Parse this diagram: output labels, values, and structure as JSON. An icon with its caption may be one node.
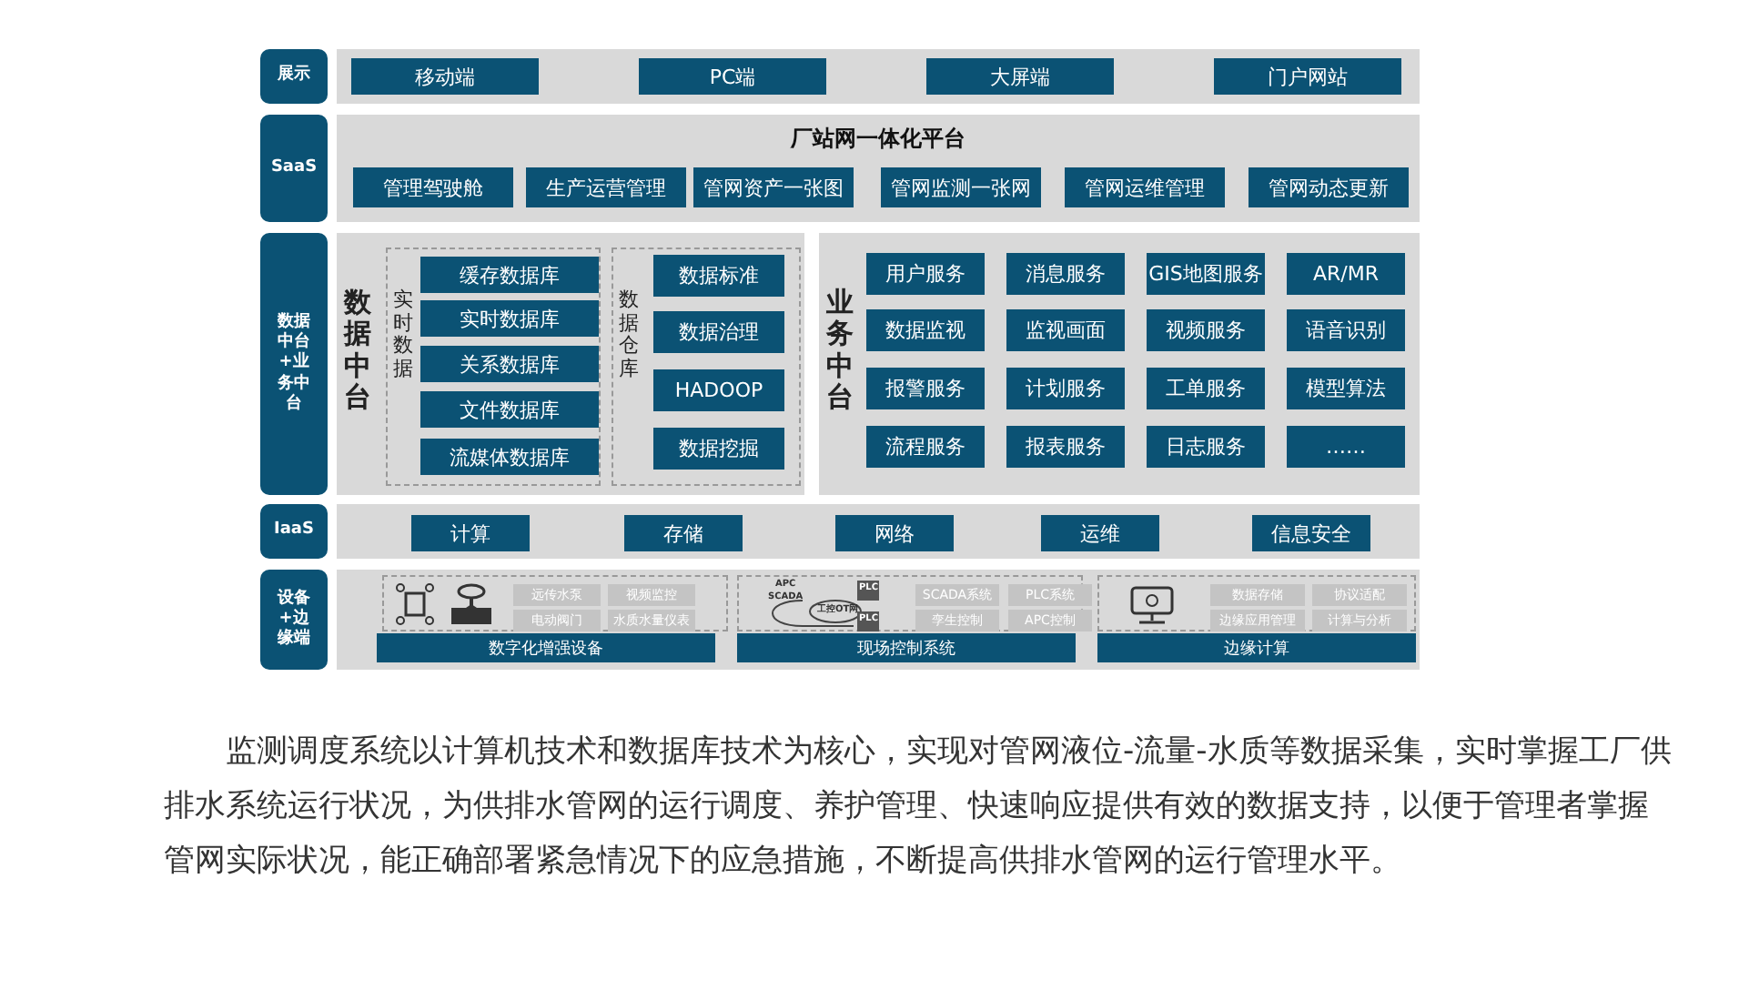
{
  "diagram": {
    "caption": "监测调度系统以计算机技术和数据库技术为核心，实现对管网液位-流量-水质等数据采集，实时掌握工厂供排水系统运行状况，为供排水管网的运行调度、养护管理、快速响应提供有效的数据支持，以便于管理者掌握管网实际状况，能正确部署紧急情况下的应急措施，不断提高供排水管网的运行管理水平。",
    "nodes": [
      {
        "text": [
          "展示"
        ]
      },
      {
        "text": [],
        "shape": "band"
      },
      {
        "text": [
          "移动端"
        ],
        "in": 1
      },
      {
        "text": [
          "PC端"
        ],
        "in": 1
      },
      {
        "text": [
          "大屏端"
        ],
        "in": 1
      },
      {
        "text": [
          "门户网站"
        ],
        "in": 1
      },
      {
        "text": [
          "SaaS"
        ]
      },
      {
        "text": [
          "厂站网一体化平台"
        ]
      },
      {
        "text": [
          "管理驾驶舱"
        ],
        "in": 7
      },
      {
        "text": [
          "生产运营管理"
        ],
        "in": 7
      },
      {
        "text": [
          "管网资产一张图"
        ],
        "in": 7
      },
      {
        "text": [
          "管网监测一张网"
        ],
        "in": 7
      },
      {
        "text": [
          "管网运维管理"
        ],
        "in": 7
      },
      {
        "text": [
          "管网动态更新"
        ],
        "in": 7
      },
      {
        "text": [
          "数据中台+业务中台"
        ]
      },
      {
        "text": [
          "数据中台"
        ]
      },
      {
        "text": [
          "实时数据"
        ],
        "in": 15
      },
      {
        "text": [
          "缓存数据库"
        ],
        "in": 16
      },
      {
        "text": [
          "实时数据库"
        ],
        "in": 16
      },
      {
        "text": [
          "关系数据库"
        ],
        "in": 16
      },
      {
        "text": [
          "文件数据库"
        ],
        "in": 16
      },
      {
        "text": [
          "流媒体数据库"
        ],
        "in": 16
      },
      {
        "text": [
          "数据仓库"
        ],
        "in": 15
      },
      {
        "text": [
          "数据标准"
        ],
        "in": 22
      },
      {
        "text": [
          "数据治理"
        ],
        "in": 22
      },
      {
        "text": [
          "HADOOP"
        ],
        "in": 22
      },
      {
        "text": [
          "数据挖掘"
        ],
        "in": 22
      },
      {
        "text": [
          "业务中台"
        ]
      },
      {
        "text": [
          "用户服务"
        ],
        "in": 27
      },
      {
        "text": [
          "消息服务"
        ],
        "in": 27
      },
      {
        "text": [
          "GIS地图服务"
        ],
        "in": 27
      },
      {
        "text": [
          "AR/MR"
        ],
        "in": 27
      },
      {
        "text": [
          "数据监视"
        ],
        "in": 27
      },
      {
        "text": [
          "监视画面"
        ],
        "in": 27
      },
      {
        "text": [
          "视频服务"
        ],
        "in": 27
      },
      {
        "text": [
          "语音识别"
        ],
        "in": 27
      },
      {
        "text": [
          "报警服务"
        ],
        "in": 27
      },
      {
        "text": [
          "计划服务"
        ],
        "in": 27
      },
      {
        "text": [
          "工单服务"
        ],
        "in": 27
      },
      {
        "text": [
          "模型算法"
        ],
        "in": 27
      },
      {
        "text": [
          "流程服务"
        ],
        "in": 27
      },
      {
        "text": [
          "报表服务"
        ],
        "in": 27
      },
      {
        "text": [
          "日志服务"
        ],
        "in": 27
      },
      {
        "text": [
          "……"
        ],
        "in": 27
      },
      {
        "text": [
          "IaaS"
        ]
      },
      {
        "text": [],
        "shape": "band"
      },
      {
        "text": [
          "计算"
        ],
        "in": 45
      },
      {
        "text": [
          "存储"
        ],
        "in": 45
      },
      {
        "text": [
          "网络"
        ],
        "in": 45
      },
      {
        "text": [
          "运维"
        ],
        "in": 45
      },
      {
        "text": [
          "信息安全"
        ],
        "in": 45
      },
      {
        "text": [
          "设备+边缘端"
        ]
      },
      {
        "text": [],
        "shape": "band"
      },
      {
        "text": [],
        "shape": "box",
        "in": 52
      },
      {
        "text": [
          "远传水泵"
        ],
        "in": 53
      },
      {
        "text": [
          "视频监控"
        ],
        "in": 53
      },
      {
        "text": [
          "电动阀门"
        ],
        "in": 53
      },
      {
        "text": [
          "水质水量仪表"
        ],
        "in": 53
      },
      {
        "text": [
          "数字化增强设备"
        ],
        "in": 52
      },
      {
        "text": [],
        "shape": "box",
        "in": 52
      },
      {
        "text": [
          "SCADA系统"
        ],
        "in": 59
      },
      {
        "text": [
          "PLC系统"
        ],
        "in": 59
      },
      {
        "text": [
          "孪生控制"
        ],
        "in": 59
      },
      {
        "text": [
          "APC控制"
        ],
        "in": 59
      },
      {
        "text": [
          "现场控制系统"
        ],
        "in": 52
      },
      {
        "text": [],
        "shape": "box",
        "in": 52
      },
      {
        "text": [
          "数据存储"
        ],
        "in": 65
      },
      {
        "text": [
          "协议适配"
        ],
        "in": 65
      },
      {
        "text": [
          "边缘应用管理"
        ],
        "in": 65
      },
      {
        "text": [
          "计算与分析"
        ],
        "in": 65
      },
      {
        "text": [
          "边缘计算"
        ],
        "in": 52
      }
    ],
    "labels": [
      "APC",
      "SCADA",
      "工控OT网",
      "PLC",
      "PLC"
    ]
  }
}
